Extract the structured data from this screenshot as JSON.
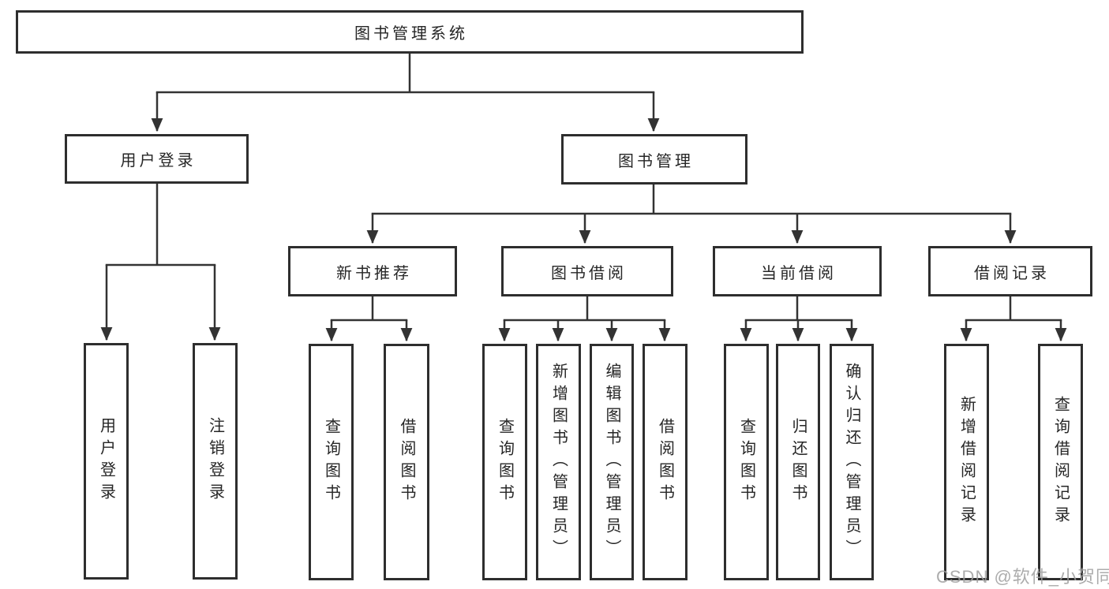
{
  "diagram_title": "图书管理系统",
  "nodes": {
    "root": {
      "label": "图书管理系统"
    },
    "user_login": {
      "label": "用户登录"
    },
    "book_management": {
      "label": "图书管理"
    },
    "user_login_leaf": {
      "label": "用户登录"
    },
    "logout_leaf": {
      "label": "注销登录"
    },
    "new_book_recommend": {
      "label": "新书推荐"
    },
    "book_borrowing": {
      "label": "图书借阅"
    },
    "current_borrowing": {
      "label": "当前借阅"
    },
    "borrowing_records": {
      "label": "借阅记录"
    },
    "query_books_1": {
      "label": "查询图书"
    },
    "borrow_books_1": {
      "label": "借阅图书"
    },
    "query_books_2": {
      "label": "查询图书"
    },
    "add_books_admin": {
      "label": "新增图书（管理员）"
    },
    "edit_books_admin": {
      "label": "编辑图书（管理员）"
    },
    "borrow_books_2": {
      "label": "借阅图书"
    },
    "query_books_3": {
      "label": "查询图书"
    },
    "return_books": {
      "label": "归还图书"
    },
    "confirm_return_admin": {
      "label": "确认归还（管理员）"
    },
    "add_borrow_record": {
      "label": "新增借阅记录"
    },
    "query_borrow_record": {
      "label": "查询借阅记录"
    }
  },
  "structure": {
    "图书管理系统": [
      "用户登录",
      "图书管理"
    ],
    "用户登录": [
      "用户登录",
      "注销登录"
    ],
    "图书管理": [
      "新书推荐",
      "图书借阅",
      "当前借阅",
      "借阅记录"
    ],
    "新书推荐": [
      "查询图书",
      "借阅图书"
    ],
    "图书借阅": [
      "查询图书",
      "新增图书（管理员）",
      "编辑图书（管理员）",
      "借阅图书"
    ],
    "当前借阅": [
      "查询图书",
      "归还图书",
      "确认归还（管理员）"
    ],
    "借阅记录": [
      "新增借阅记录",
      "查询借阅记录"
    ]
  },
  "watermark": {
    "text": "CSDN @软件_小贺同学",
    "color": "#9e9e9e"
  },
  "colors": {
    "line": "#333333",
    "box_border": "#2e2e2e",
    "text": "#262626",
    "background": "#ffffff"
  }
}
